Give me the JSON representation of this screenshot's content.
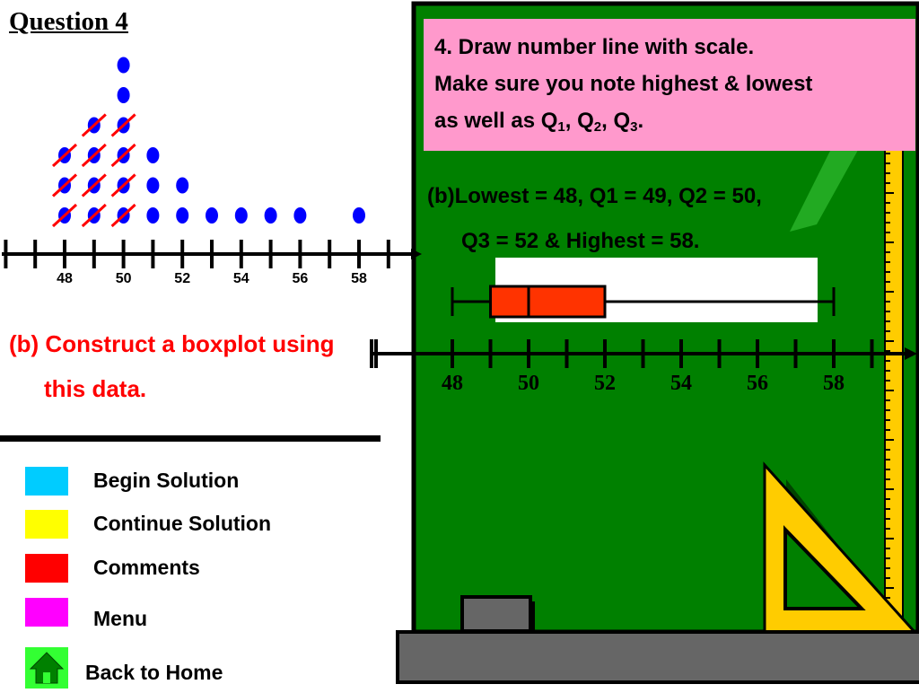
{
  "question": {
    "title": "Question 4"
  },
  "dot_plot": {
    "tick_labels": [
      "48",
      "50",
      "52",
      "54",
      "56",
      "58"
    ],
    "frequencies": [
      {
        "value": 48,
        "count": 3,
        "crossed": 3
      },
      {
        "value": 49,
        "count": 4,
        "crossed": 4
      },
      {
        "value": 50,
        "count": 6,
        "crossed": 4
      },
      {
        "value": 51,
        "count": 3,
        "crossed": 0
      },
      {
        "value": 52,
        "count": 2,
        "crossed": 0
      },
      {
        "value": 53,
        "count": 1,
        "crossed": 0
      },
      {
        "value": 54,
        "count": 1,
        "crossed": 0
      },
      {
        "value": 55,
        "count": 1,
        "crossed": 0
      },
      {
        "value": 56,
        "count": 1,
        "crossed": 0
      },
      {
        "value": 58,
        "count": 1,
        "crossed": 0
      }
    ],
    "dot_color": "#0000ff",
    "cross_color": "#ff0000"
  },
  "part_b": {
    "line1": "(b) Construct a boxplot using",
    "line2": "this data."
  },
  "nav": [
    {
      "label": "Begin Solution",
      "color": "#00ccff"
    },
    {
      "label": "Continue Solution",
      "color": "#ffff00"
    },
    {
      "label": "Comments",
      "color": "#ff0000"
    },
    {
      "label": "Menu",
      "color": "#ff00ff"
    },
    {
      "label": "Back to Home",
      "color": "#33ff33"
    }
  ],
  "prompt": {
    "line1": "4. Draw number line with scale.",
    "line2": "Make sure you note highest & lowest",
    "line3_prefix": "as well as Q",
    "q1_sub": "1",
    "sep1": ", Q",
    "q2_sub": "2",
    "sep2": ", Q",
    "q3_sub": "3",
    "end": "."
  },
  "answer": {
    "line1": "(b)Lowest = 48, Q1 = 49, Q2 = 50,",
    "line2": "Q3 = 52 & Highest = 58."
  },
  "boxplot": {
    "min": 48,
    "q1": 49,
    "median": 50,
    "q3": 52,
    "max": 58,
    "axis_labels": [
      "48",
      "50",
      "52",
      "54",
      "56",
      "58"
    ],
    "box_color": "#ff3300"
  },
  "colors": {
    "board": "#008000",
    "ruler": "#ffcc00",
    "pink": "#ff99cc"
  }
}
